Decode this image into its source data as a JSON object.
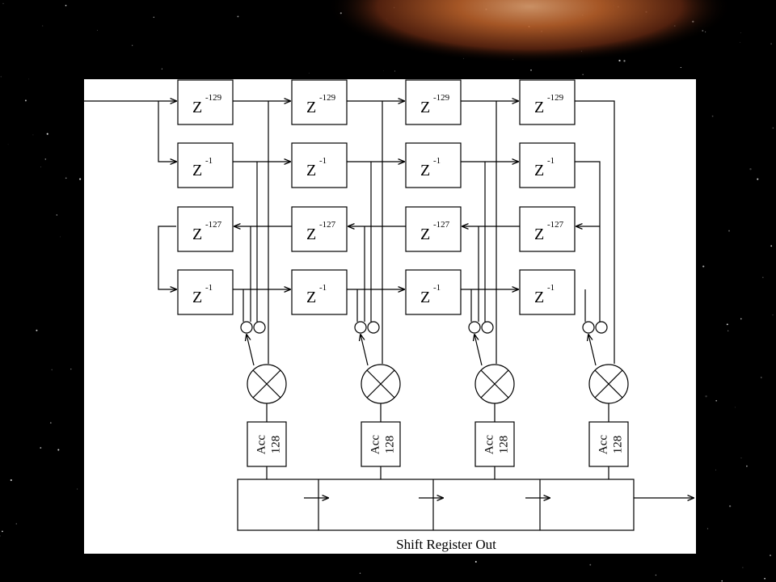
{
  "diagram": {
    "delays": {
      "long": "-129",
      "unit": "-1",
      "return": "-127",
      "symbol": "Z"
    },
    "accumulator": {
      "label": "Acc",
      "length": "128"
    },
    "shift_register_label": "Shift Register Out"
  },
  "colors": {
    "background": "#000000",
    "panel": "#ffffff",
    "ink": "#000000",
    "nebula": "#b8602a"
  }
}
